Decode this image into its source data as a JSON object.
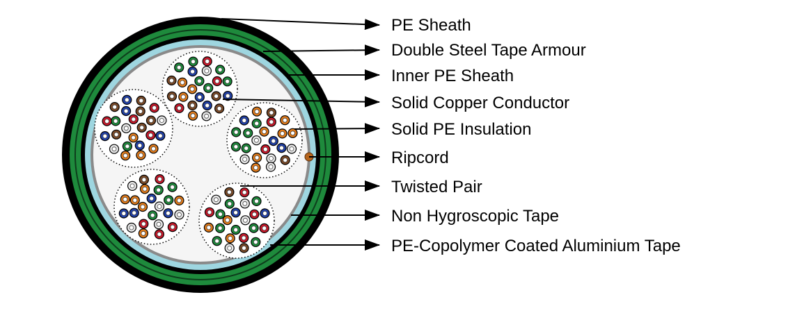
{
  "labels": [
    {
      "id": "pe-sheath",
      "text": "PE Sheath"
    },
    {
      "id": "double-steel-tape-armour",
      "text": "Double Steel Tape Armour"
    },
    {
      "id": "inner-pe-sheath",
      "text": "Inner PE Sheath"
    },
    {
      "id": "solid-copper-conductor",
      "text": "Solid Copper Conductor"
    },
    {
      "id": "solid-pe-insulation",
      "text": "Solid PE Insulation"
    },
    {
      "id": "ripcord",
      "text": "Ripcord"
    },
    {
      "id": "twisted-pair",
      "text": "Twisted Pair"
    },
    {
      "id": "non-hygroscopic-tape",
      "text": "Non Hygroscopic Tape"
    },
    {
      "id": "pe-copolymer-coated-aluminium-tape",
      "text": "PE-Copolymer Coated Aluminium Tape"
    }
  ],
  "colors": {
    "outer_sheath": "#000000",
    "armour": "#1e8a3c",
    "inner_sheath": "#000000",
    "aluminium_tape": "#9ed6e0",
    "hygroscopic_tape": "#8a8a8a",
    "core_fill": "#f5f5f5",
    "ripcord": "#b5651d",
    "insulation": [
      "#e07a1a",
      "#2040a8",
      "#1e8a3c",
      "#7a4a28",
      "#e8e8e8",
      "#c8182a"
    ]
  },
  "pair_units": 5
}
